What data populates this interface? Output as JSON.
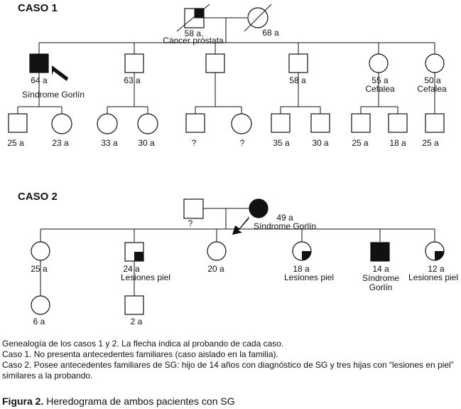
{
  "case1": {
    "title": "CASO 1",
    "father_age": "58 a.",
    "father_note": "Cáncer próstata",
    "mother_age": "68 a",
    "children": [
      {
        "age": "64 a",
        "note": "Síndrome Gorlín",
        "children": [
          "25 a",
          "23 a"
        ]
      },
      {
        "age": "63 a",
        "note": "",
        "children": [
          "33 a",
          "30 a"
        ]
      },
      {
        "age": "",
        "note": "",
        "children": [
          "?",
          "?"
        ]
      },
      {
        "age": "58 a",
        "note": "",
        "children": [
          "35 a",
          "30 a"
        ]
      },
      {
        "age": "55 a",
        "note": "Cefalea",
        "children": [
          "25 a",
          "18 a"
        ]
      },
      {
        "age": "50 a",
        "note": "Cefalea",
        "children": [
          "25 a"
        ]
      }
    ]
  },
  "case2": {
    "title": "CASO 2",
    "father_age": "?",
    "mother_age": "49 a",
    "mother_note": "Síndrome Gorlín",
    "children": [
      {
        "age": "25 a",
        "note": "",
        "child": "6 a"
      },
      {
        "age": "24 a",
        "note": "Lesiones piel",
        "child": "2 a"
      },
      {
        "age": "20 a",
        "note": ""
      },
      {
        "age": "18 a",
        "note": "Lesiones piel"
      },
      {
        "age": "14 a",
        "note": "Síndrome",
        "note2": "Gorlín"
      },
      {
        "age": "12 a",
        "note": "Lesiones piel"
      }
    ]
  },
  "caption": {
    "line1": "Genealogía de los casos 1 y 2. La flecha indica al probando de cada caso.",
    "line2": "Caso 1. No presenta antecedentes familiares (caso aislado en la familia).",
    "line3": "Caso 2. Posee antecedentes familiares de SG: hijo de 14 años con diagnóstico de SG y tres hijas con “lesiones en piel” similares a la probando."
  },
  "figure": {
    "label": "Figura 2.",
    "text": "Heredograma de ambos pacientes con SG"
  }
}
